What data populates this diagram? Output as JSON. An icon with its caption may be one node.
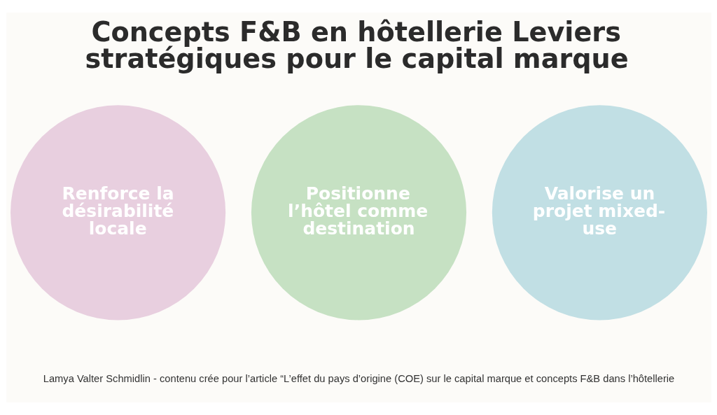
{
  "diagram": {
    "title": "Concepts F&B en hôtellerie Leviers stratégiques pour le capital marque",
    "nodes": [
      {
        "text": [
          "Renforce la désirabilité locale"
        ]
      },
      {
        "text": [
          "Positionne l’hôtel comme destination"
        ]
      },
      {
        "text": [
          "Valorise un projet mixed-use"
        ]
      }
    ],
    "labels": [
      "Lamya Valter Schmidlin - contenu crée pour l’article “L’effet du pays d’origine (COE) sur le capital marque et concepts F&B dans l’hôtellerie"
    ]
  }
}
